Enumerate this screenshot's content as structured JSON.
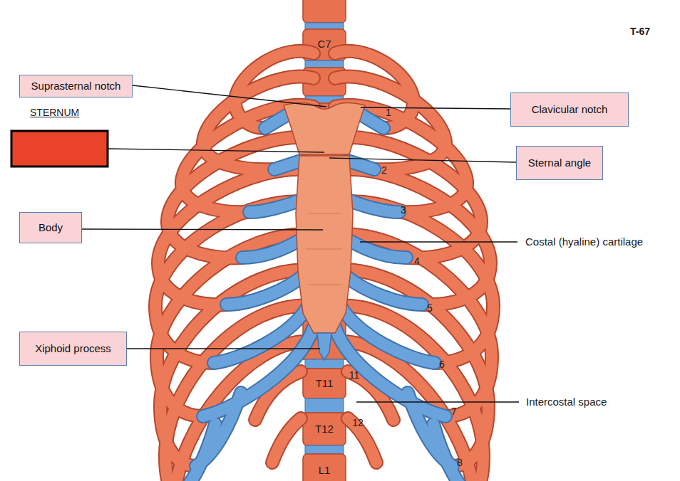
{
  "diagram": {
    "nodes": [
      {
        "text": [
          "Suprasternal notch"
        ]
      },
      {
        "text": [
          "Clavicular notch"
        ]
      },
      {
        "text": [
          "Sternal angle"
        ]
      },
      {
        "text": [
          "Body"
        ]
      },
      {
        "text": [
          "Xiphoid process"
        ]
      }
    ],
    "labels": [
      "T-67",
      "STERNUM",
      "Costal (hyaline) cartilage",
      "Intercostal space",
      "C7",
      "1",
      "2",
      "3",
      "4",
      "5",
      "6",
      "7",
      "8",
      "T11",
      "11",
      "T12",
      "12",
      "L1"
    ]
  }
}
